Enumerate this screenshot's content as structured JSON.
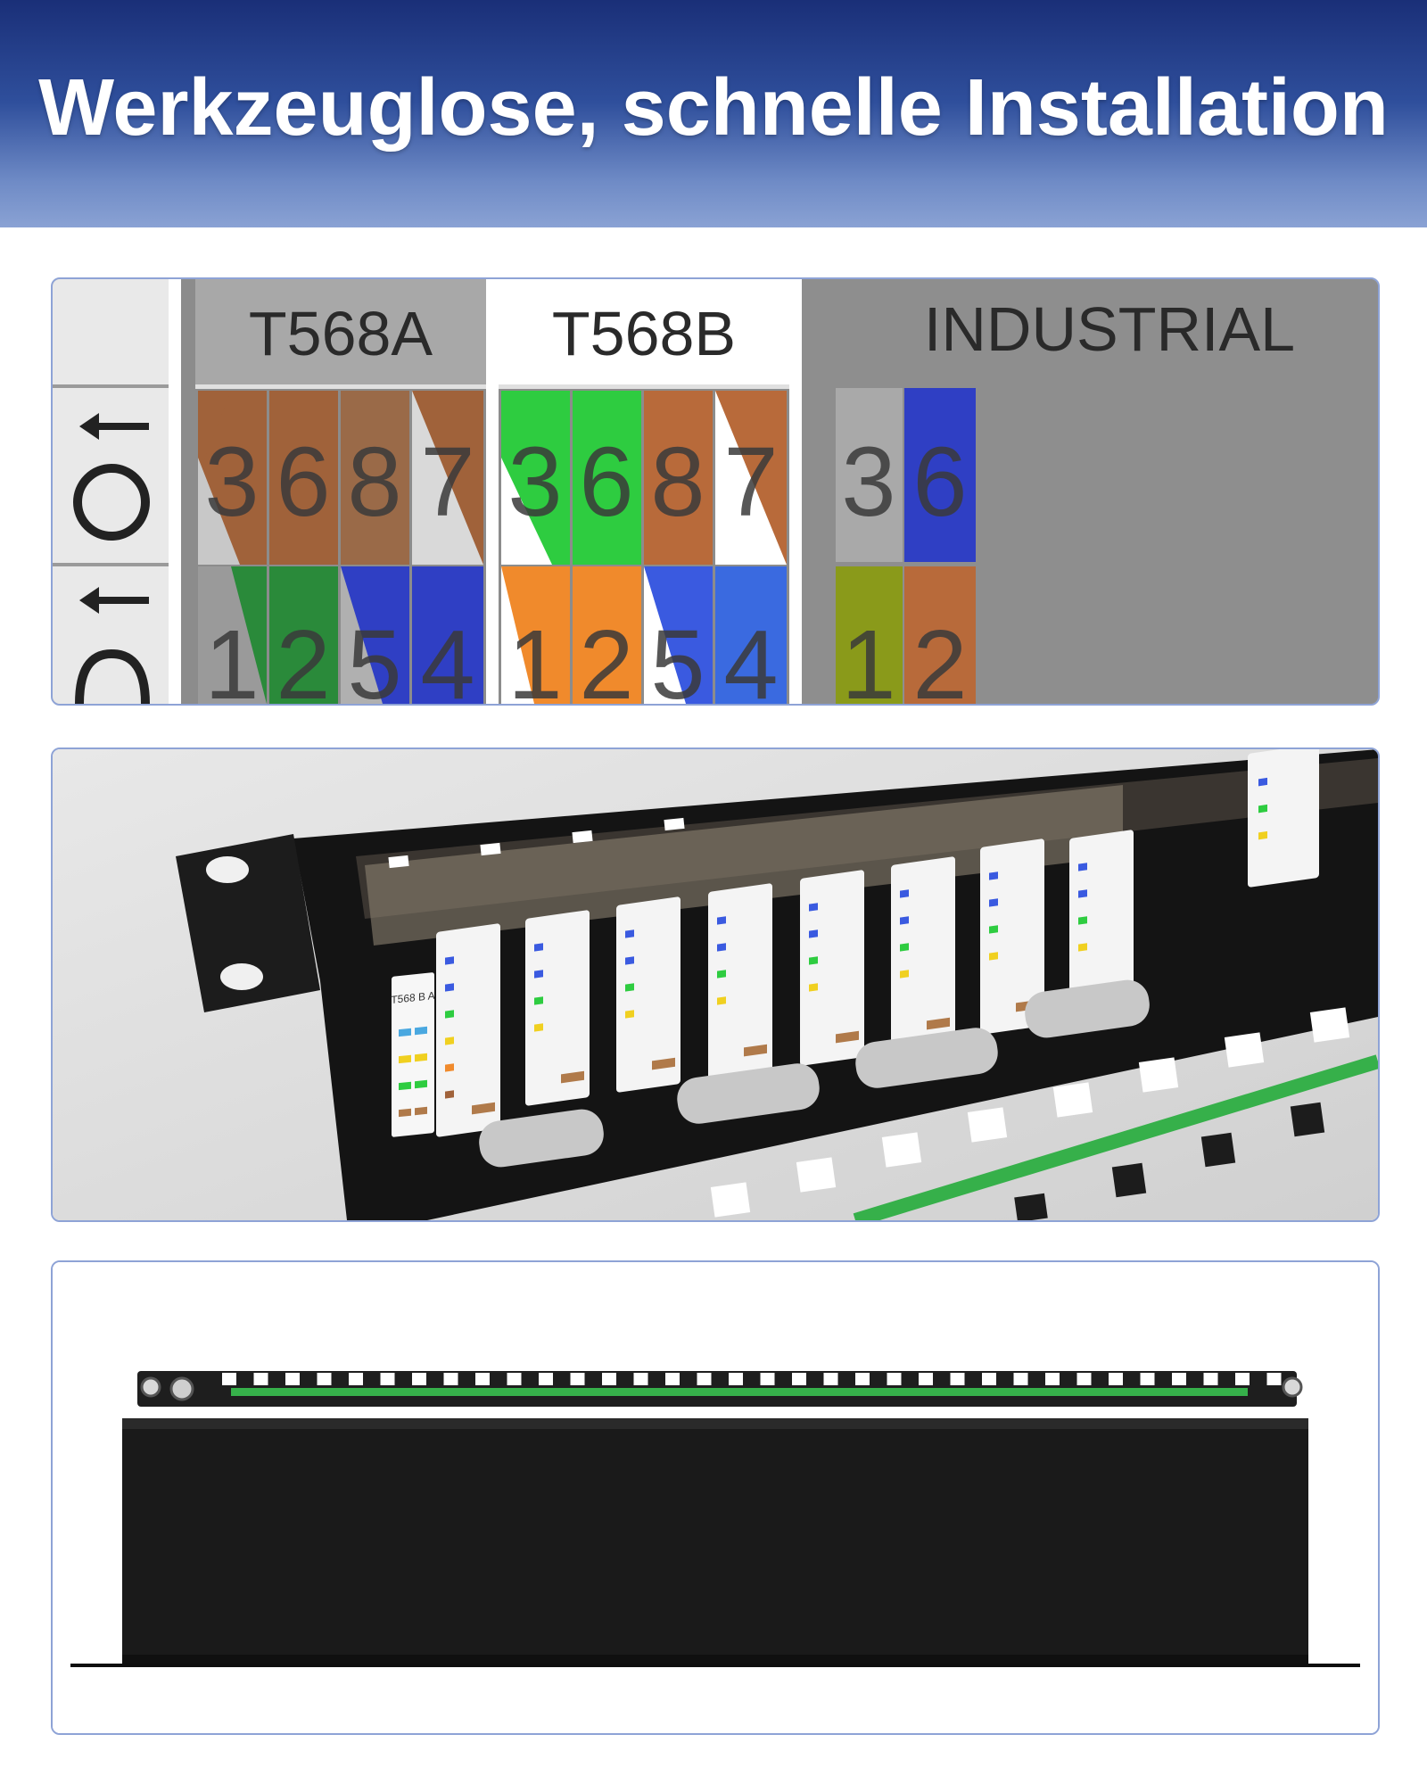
{
  "banner": {
    "title": "Werkzeuglose, schnelle Installation",
    "gradient_top": "#1a2f78",
    "gradient_bottom": "#8aa2d4"
  },
  "wiring_chart": {
    "standards": [
      "T568A",
      "T568B",
      "INDUSTRIAL"
    ],
    "t568a": {
      "top_pins": [
        "3",
        "6",
        "8",
        "7"
      ],
      "bottom_pins": [
        "1",
        "2",
        "5",
        "4"
      ]
    },
    "t568b": {
      "top_pins": [
        "3",
        "6",
        "8",
        "7"
      ],
      "bottom_pins": [
        "1",
        "2",
        "5",
        "4"
      ]
    },
    "industrial": {
      "top_pins": [
        "3",
        "6"
      ],
      "bottom_pins": [
        "1",
        "2"
      ]
    },
    "colors": {
      "brown": "#a0623a",
      "green": "#2ecc40",
      "dark_green": "#2a8a3a",
      "blue": "#2f3fc4",
      "orange": "#f08a2c",
      "gray": "#9a9a9a",
      "olive": "#8a9a1a"
    }
  },
  "keystone": {
    "label_text": "T568 B A"
  },
  "panel_colors": {
    "border": "#8ea3d6",
    "metal": "#1c1c1c",
    "ground_wire": "#36b04a"
  }
}
